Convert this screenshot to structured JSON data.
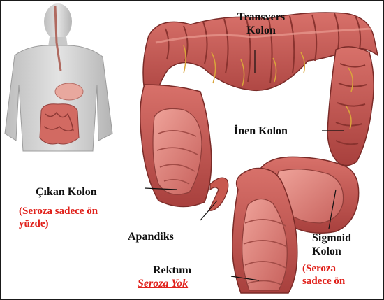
{
  "labels": {
    "transvers_line1": "Transvers",
    "transvers_line2": "Kolon",
    "inen_kolon": "İnen Kolon",
    "cikan_kolon": "Çıkan Kolon",
    "cikan_note_line1": "(Seroza sadece ön",
    "cikan_note_line2": "yüzde)",
    "apandiks": "Apandiks",
    "sigmoid_line1": "Sigmoid",
    "sigmoid_line2": "Kolon",
    "sigmoid_note_line1": "(Seroza",
    "sigmoid_note_line2": "sadece ön",
    "rektum": "Rektum",
    "rektum_note": "Seroza Yok"
  },
  "colors": {
    "label_text": "#111111",
    "note_text": "#e0211b",
    "colon_tissue": "#c6534e",
    "colon_highlight": "#e7918a",
    "vessel": "#d9a53a"
  }
}
